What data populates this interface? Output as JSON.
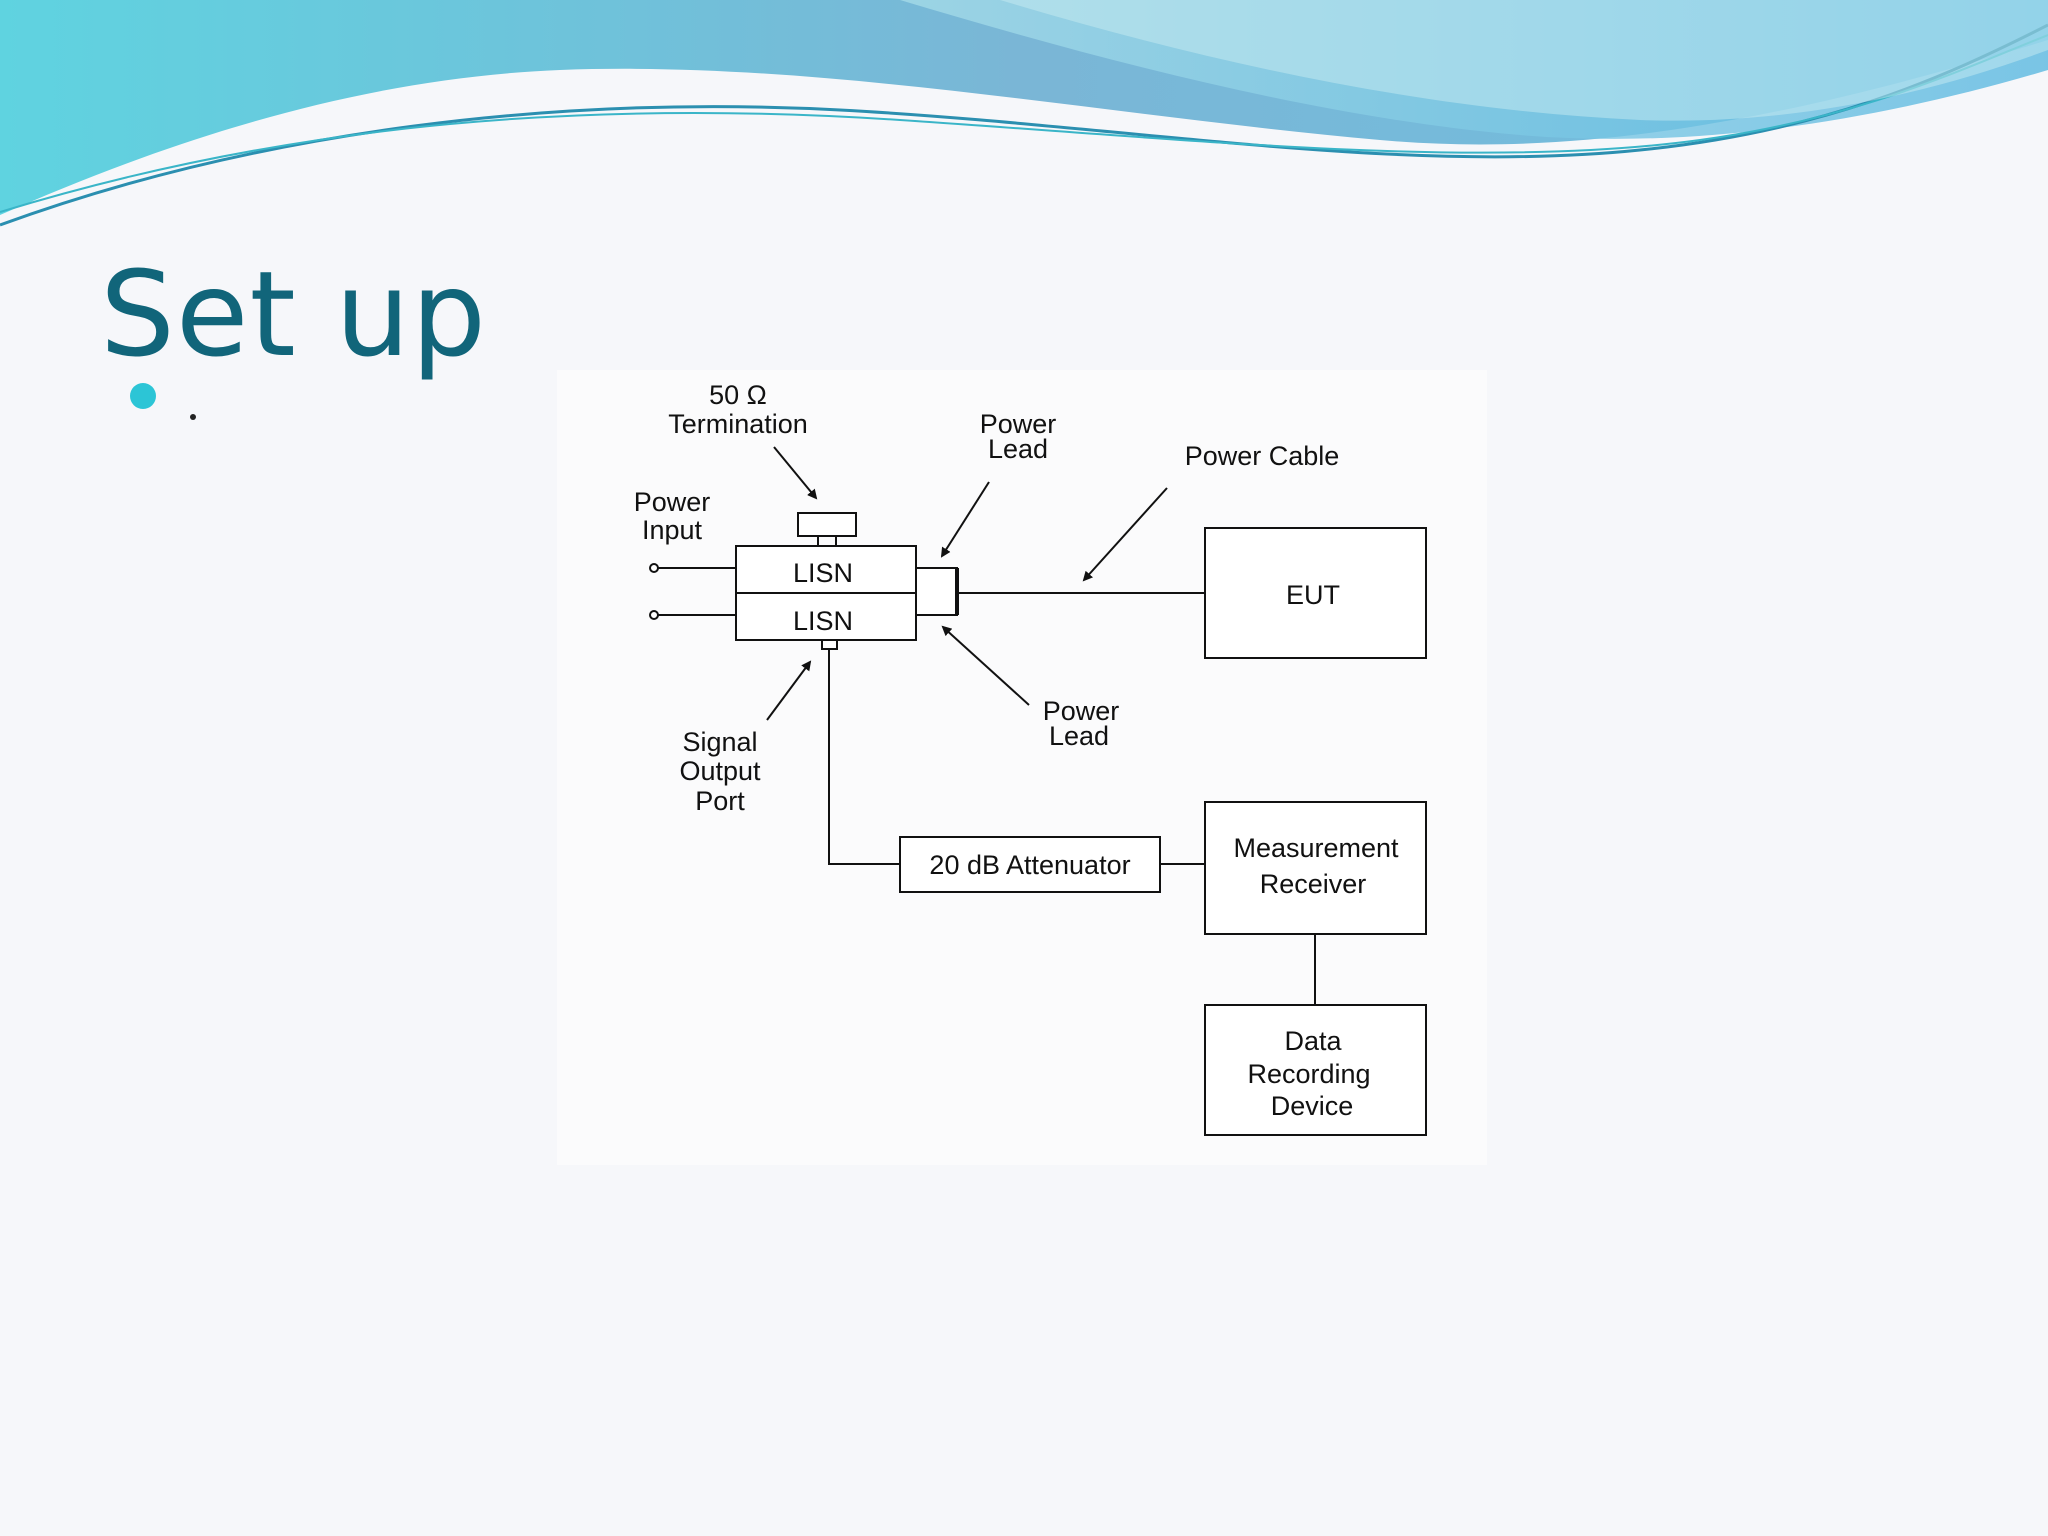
{
  "slide": {
    "title": "Set up",
    "bullet_text": ""
  },
  "theme": {
    "title_color": "#11657a",
    "bullet_color": "#2cc5d6",
    "wave_colors": [
      "#5fd3e0",
      "#7ab6d6",
      "#a5dbe8"
    ]
  },
  "diagram": {
    "termination_label": {
      "line1": "50 Ω",
      "line2": "Termination"
    },
    "power_input_label": {
      "line1": "Power",
      "line2": "Input"
    },
    "power_lead_top_label": {
      "line1": "Power",
      "line2": "Lead"
    },
    "power_cable_label": "Power Cable",
    "lisn_top_label": "LISN",
    "lisn_bottom_label": "LISN",
    "eut_label": "EUT",
    "power_lead_bottom_label": {
      "line1": "Power",
      "line2": "Lead"
    },
    "signal_output_label": {
      "line1": "Signal",
      "line2": "Output",
      "line3": "Port"
    },
    "attenuator_label": "20 dB Attenuator",
    "receiver_label": {
      "line1": "Measurement",
      "line2": "Receiver"
    },
    "recorder_label": {
      "line1": "Data",
      "line2": "Recording",
      "line3": "Device"
    }
  }
}
